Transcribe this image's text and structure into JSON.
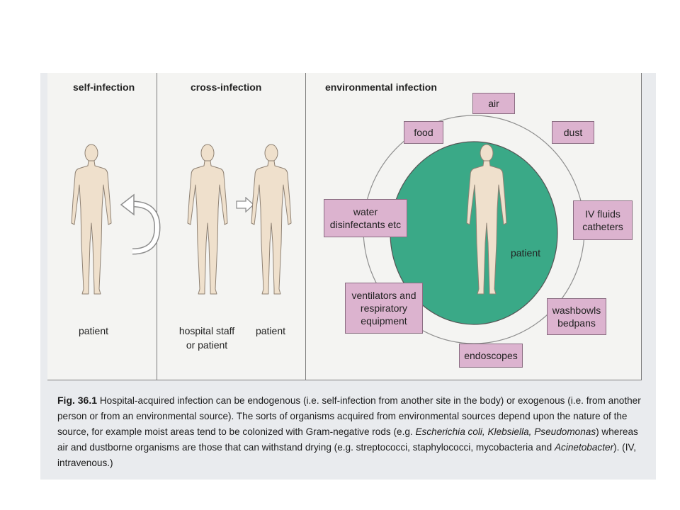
{
  "sections": {
    "self": "self-infection",
    "cross": "cross-infection",
    "env": "environmental infection"
  },
  "labels": {
    "self_patient": "patient",
    "staff_line1": "hospital staff",
    "staff_line2": "or patient",
    "cross_patient": "patient",
    "env_patient": "patient"
  },
  "sources": {
    "air": "air",
    "food": "food",
    "dust": "dust",
    "water_line1": "water",
    "water_line2": "disinfectants etc",
    "iv_line1": "IV fluids",
    "iv_line2": "catheters",
    "vent_line1": "ventilators and",
    "vent_line2": "respiratory",
    "vent_line3": "equipment",
    "wash_line1": "washbowls",
    "wash_line2": "bedpans",
    "endoscopes": "endoscopes"
  },
  "caption": {
    "fig": "Fig. 36.1",
    "part1": "Hospital-acquired infection can be endogenous (i.e. self-infection from another site in the body) or exogenous (i.e. from another person or from an environmental source). The sorts of organisms acquired from environmental sources depend upon the nature of the source, for example moist areas tend to be colonized with Gram-negative rods (e.g. ",
    "ital1": "Escherichia coli, Klebsiella, Pseudomonas",
    "part2": ") whereas air and dustborne organisms are those that can withstand drying (e.g. streptococci, staphylococci, mycobacteria and ",
    "ital2": "Acinetobacter",
    "part3": "). (IV, intravenous.)"
  },
  "colors": {
    "skin": "#efe0cc",
    "box_fill": "#dcb3cf",
    "circle_fill": "#3aa987"
  }
}
